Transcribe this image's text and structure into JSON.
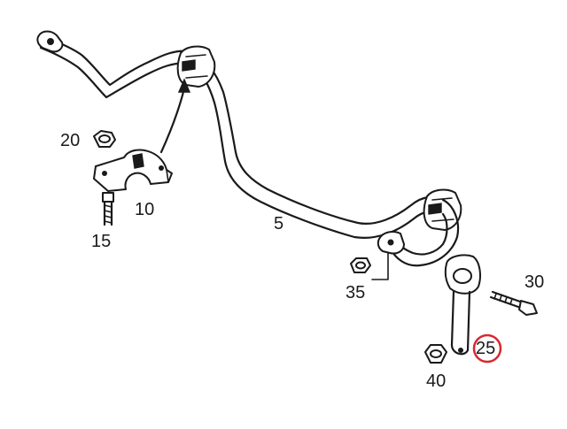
{
  "parts": [
    {
      "id": "p5",
      "label": "5"
    },
    {
      "id": "p10",
      "label": "10"
    },
    {
      "id": "p15",
      "label": "15"
    },
    {
      "id": "p20",
      "label": "20"
    },
    {
      "id": "p25",
      "label": "25"
    },
    {
      "id": "p30",
      "label": "30"
    },
    {
      "id": "p35",
      "label": "35"
    },
    {
      "id": "p40",
      "label": "40"
    }
  ],
  "highlight": {
    "part": "25",
    "color": "#d7282f"
  }
}
